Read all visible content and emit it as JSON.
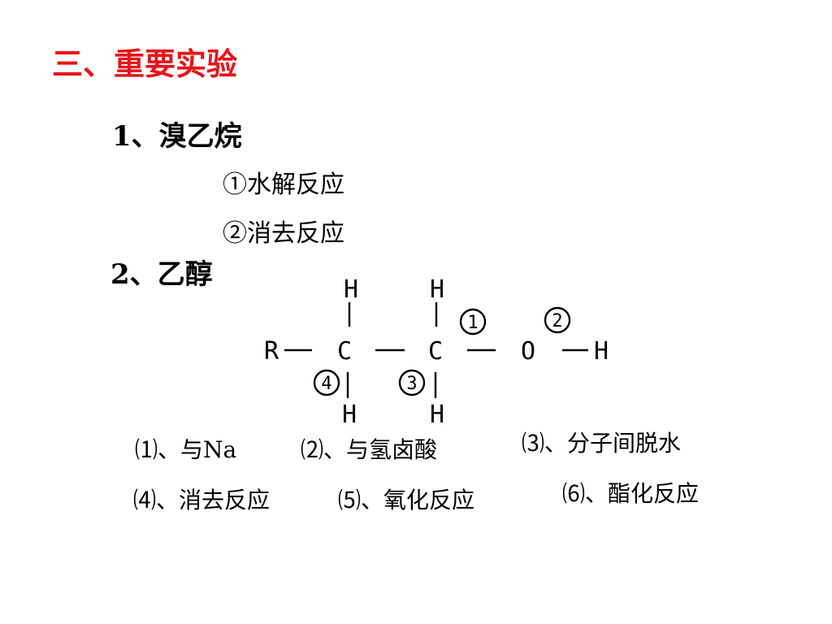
{
  "title": "三、重要实验",
  "section1": {
    "heading": "1、溴乙烷",
    "items": [
      "①水解反应",
      "②消去反应"
    ]
  },
  "section2": {
    "heading": "2、乙醇",
    "structure": {
      "atoms": {
        "r": "R",
        "c1": "C",
        "c2": "C",
        "o": "O",
        "h_end": "H",
        "h_top1": "H",
        "h_top2": "H",
        "h_bot1": "H",
        "h_bot2": "H"
      },
      "bond_labels": [
        "1",
        "2",
        "3",
        "4"
      ]
    },
    "reactions": [
      "⑴、与Na",
      "⑵、与氢卤酸",
      "⑶、分子间脱水",
      "⑷、消去反应",
      "⑸、氧化反应",
      "⑹、酯化反应"
    ]
  },
  "colors": {
    "title": "#e8141b",
    "text": "#000000",
    "background": "#ffffff"
  }
}
